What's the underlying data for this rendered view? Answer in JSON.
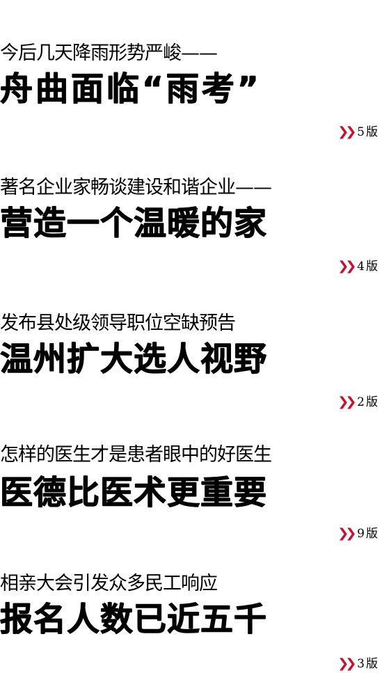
{
  "stories": [
    {
      "kicker": "今后几天降雨形势严峻——",
      "headline": "舟曲面临“雨考”",
      "page_number": "5",
      "page_unit": "版"
    },
    {
      "kicker": "著名企业家畅谈建设和谐企业——",
      "headline": "营造一个温暖的家",
      "page_number": "4",
      "page_unit": "版"
    },
    {
      "kicker": "发布县处级领导职位空缺预告",
      "headline": "温州扩大选人视野",
      "page_number": "2",
      "page_unit": "版"
    },
    {
      "kicker": "怎样的医生才是患者眼中的好医生",
      "headline": "医德比医术更重要",
      "page_number": "9",
      "page_unit": "版"
    },
    {
      "kicker": "相亲大会引发众多民工响应",
      "headline": "报名人数已近五千",
      "page_number": "3",
      "page_unit": "版"
    }
  ],
  "colors": {
    "accent": "#c8102e",
    "text": "#000000",
    "background": "#ffffff"
  },
  "icons": {
    "page_ref": "double-chevron-right-icon"
  }
}
